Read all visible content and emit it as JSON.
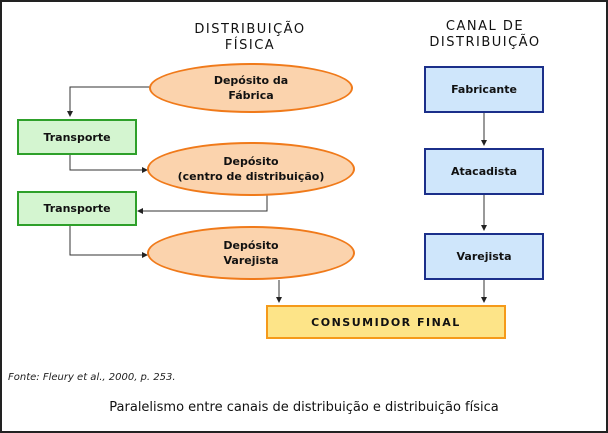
{
  "headings": {
    "left": [
      "DISTRIBUIÇÃO",
      "FÍSICA"
    ],
    "right": [
      "CANAL DE",
      "DISTRIBUIÇÃO"
    ]
  },
  "physical": {
    "deposits": [
      {
        "lines": [
          "Depósito da",
          "Fábrica"
        ]
      },
      {
        "lines": [
          "Depósito",
          "(centro de distribuição)"
        ]
      },
      {
        "lines": [
          "Depósito",
          "Varejista"
        ]
      }
    ],
    "transports": [
      "Transporte",
      "Transporte"
    ]
  },
  "channel": {
    "nodes": [
      "Fabricante",
      "Atacadista",
      "Varejista"
    ]
  },
  "final": "CONSUMIDOR FINAL",
  "source": "Fonte: Fleury  et al., 2000,  p. 253.",
  "caption": "Paralelismo entre canais de distribuição e distribuição física",
  "colors": {
    "ellipse_fill": "#fbd3ad",
    "ellipse_border": "#f07a1a",
    "transport_fill": "#d4f5d0",
    "transport_border": "#2ea02a",
    "channel_fill": "#cfe6fb",
    "channel_border": "#1b2f8a",
    "final_fill": "#fde488",
    "final_border": "#f59a1a"
  }
}
